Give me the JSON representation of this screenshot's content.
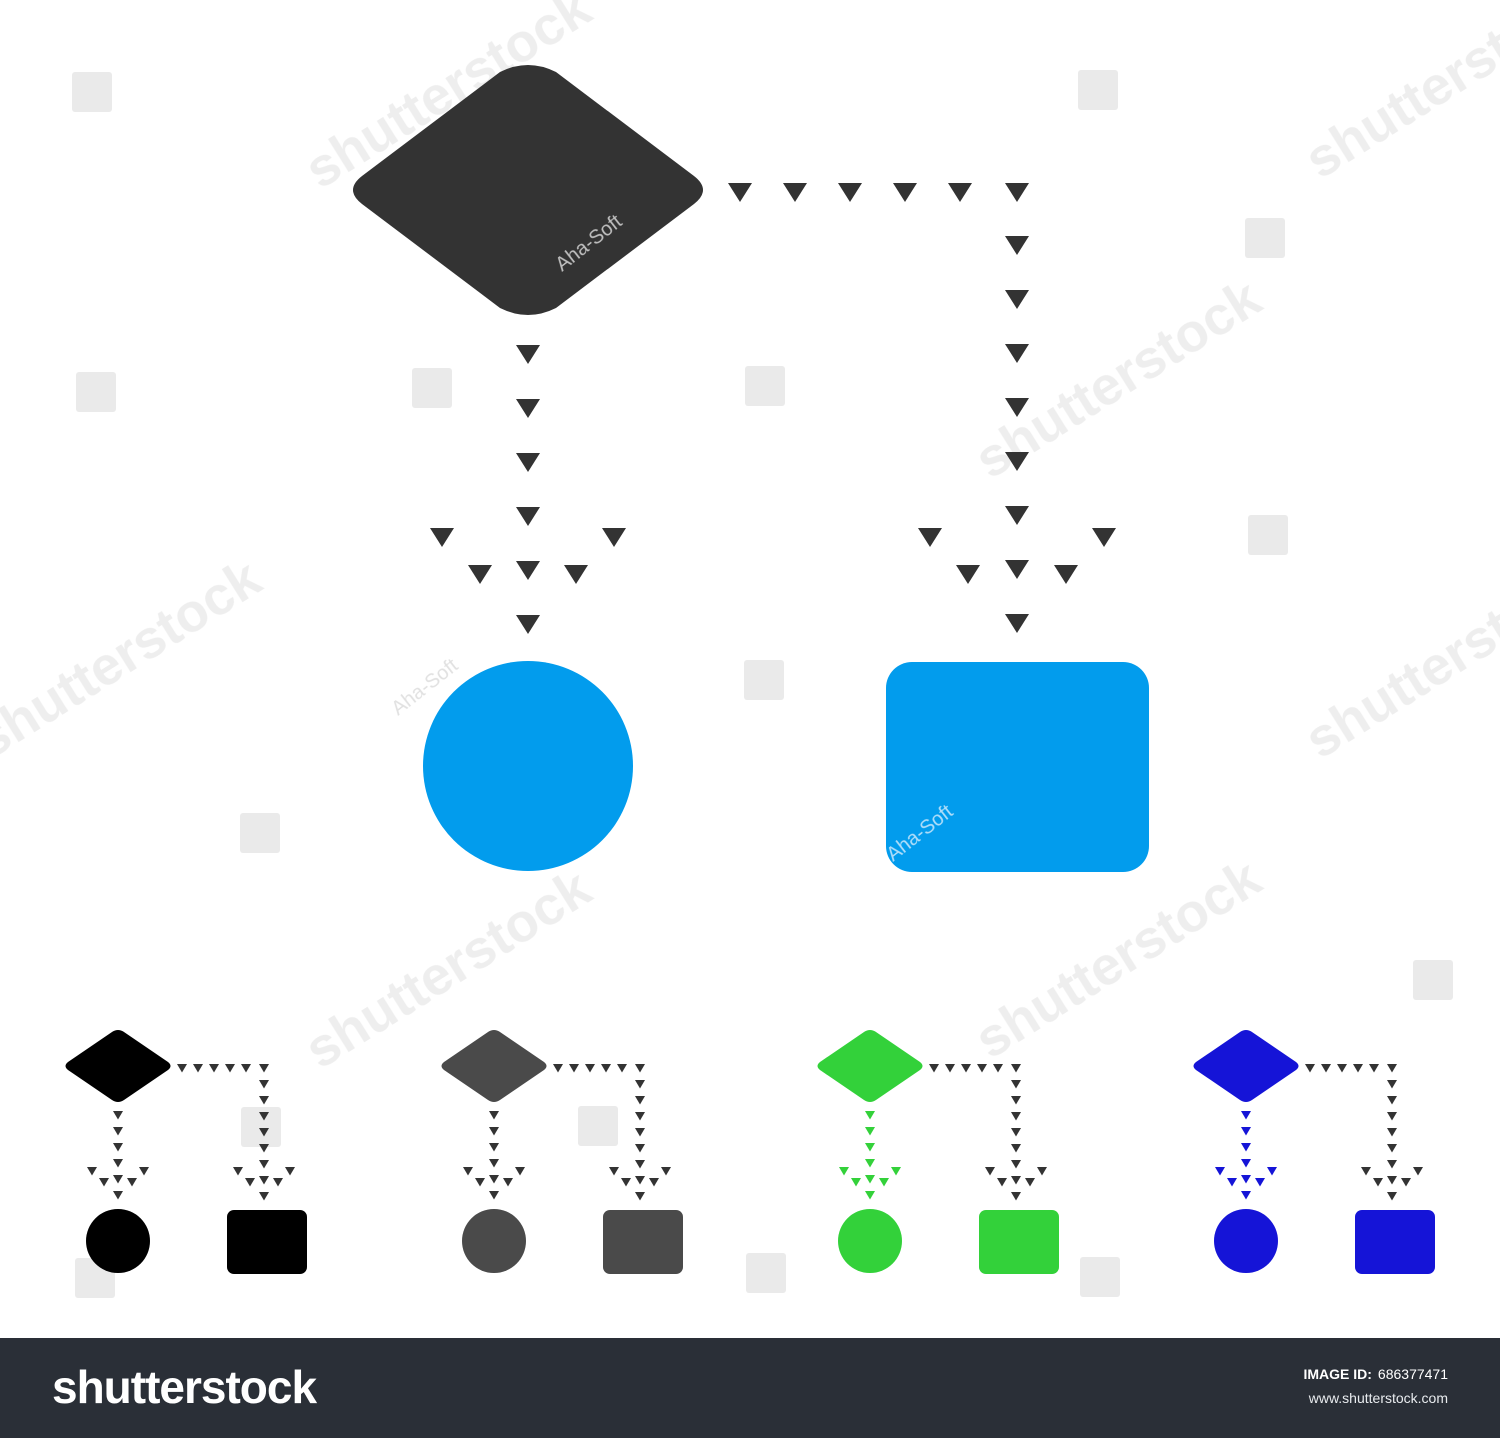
{
  "watermarks": {
    "brand_text": "shutterstock",
    "author_text": "Aha-Soft"
  },
  "icon": {
    "name": "flowchart-icon",
    "main_colors": {
      "diamond": "#333333",
      "arrows": "#333333",
      "circle": "#029ced",
      "rectangle": "#029ced"
    },
    "variants": [
      {
        "name": "black",
        "primary": "#000000",
        "secondary": "#000000"
      },
      {
        "name": "gray",
        "primary": "#4a4a4a",
        "secondary": "#4a4a4a"
      },
      {
        "name": "green",
        "primary": "#33d13a",
        "secondary": "#33d13a"
      },
      {
        "name": "blue",
        "primary": "#1514d7",
        "secondary": "#1514d7"
      }
    ],
    "variant_arrow_color": "#333333"
  },
  "footer": {
    "logo_text": "shutterstock",
    "image_id_label": "IMAGE ID:",
    "image_id": "686377471",
    "site": "www.shutterstock.com"
  }
}
